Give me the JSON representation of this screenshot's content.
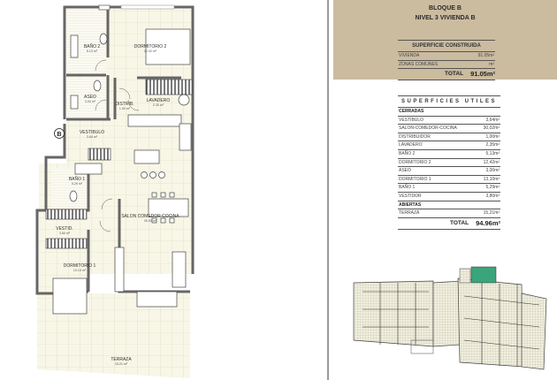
{
  "header": {
    "block": "BLOQUE B",
    "unit": "NIVEL 3 VIVIENDA B"
  },
  "superficie_construida": {
    "title": "SUPERFICIE CONSTRUIDA",
    "rows": [
      {
        "label": "VIVIENDA",
        "value": "91.05m²"
      },
      {
        "label": "ZONAS COMUNES",
        "value": "m²"
      }
    ],
    "total_label": "TOTAL",
    "total_value": "91.05m²"
  },
  "superficies_utiles": {
    "title": "SUPERFICIES UTILES",
    "section_closed": "CERRADAS",
    "closed_rows": [
      {
        "label": "VESTIBULO",
        "value": "3,64m²"
      },
      {
        "label": "SALON-COMEDOR-COCINA",
        "value": "30,02m²"
      },
      {
        "label": "DISTRIBUIDOR",
        "value": "1,00m²"
      },
      {
        "label": "LAVADERO",
        "value": "2,35m²"
      },
      {
        "label": "BAÑO 2",
        "value": "5,13m²"
      },
      {
        "label": "DORMITORIO 2",
        "value": "12,42m²"
      },
      {
        "label": "ASEO",
        "value": "3,00m²"
      },
      {
        "label": "DORMITORIO 1",
        "value": "13,10m²"
      },
      {
        "label": "BAÑO 1",
        "value": "5,29m²"
      },
      {
        "label": "VESTIDOR",
        "value": "3,80m²"
      }
    ],
    "section_open": "ABIERTAS",
    "open_rows": [
      {
        "label": "TERRAZA",
        "value": "15,21m²"
      }
    ],
    "total_label": "TOTAL",
    "total_value": "94.96m²"
  },
  "plan": {
    "marker": "B",
    "rooms": [
      {
        "name": "BAÑO 2",
        "area": "5.13 m²"
      },
      {
        "name": "DORMITORIO 2",
        "area": "12.42 m²"
      },
      {
        "name": "ASEO",
        "area": "3.00 m²"
      },
      {
        "name": "DISTRIB.",
        "area": "1.00 m²"
      },
      {
        "name": "LAVADERO",
        "area": "2.35 m²"
      },
      {
        "name": "VESTIBULO",
        "area": "3.64 m²"
      },
      {
        "name": "BAÑO 1",
        "area": "5.29 m²"
      },
      {
        "name": "SALON COMEDOR COCINA",
        "area": "30.02 m²"
      },
      {
        "name": "VESTID.",
        "area": "3.80 m²"
      },
      {
        "name": "DORMITORIO 1",
        "area": "13.10 m²"
      },
      {
        "name": "TERRAZA",
        "area": "15.21 m²"
      }
    ]
  },
  "colors": {
    "panel": "#cbbb9f",
    "floor": "#f7f5e4",
    "green_block": "#3aa57a"
  }
}
